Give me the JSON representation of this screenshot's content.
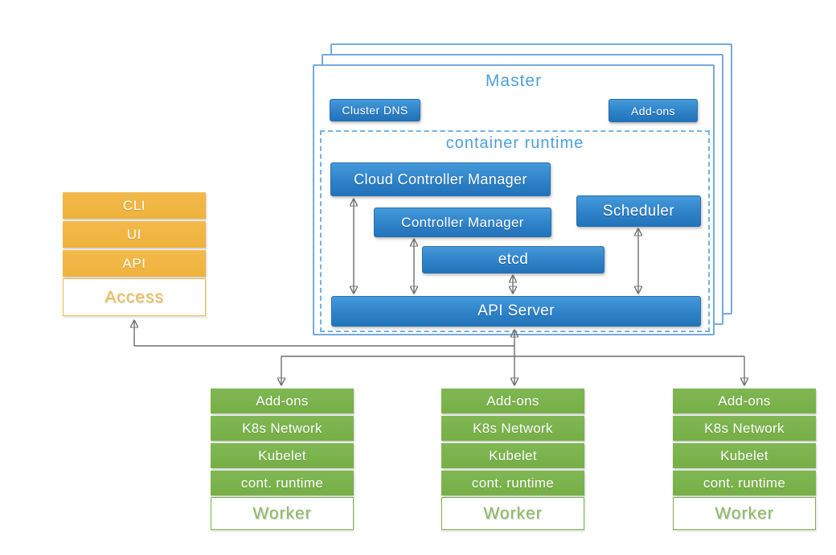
{
  "colors": {
    "component_blue": "#2E82C8",
    "panel_border_blue": "#74AADB",
    "title_light_blue": "#4E9FD8",
    "worker_green": "#76AF45",
    "access_orange": "#EFB23C",
    "arrow_gray": "#6F6F6F"
  },
  "master": {
    "title": "Master",
    "cluster_dns_label": "Cluster DNS",
    "addons_label": "Add-ons",
    "container_runtime": {
      "title": "container runtime",
      "cloud_controller_manager": "Cloud Controller Manager",
      "controller_manager": "Controller Manager",
      "scheduler": "Scheduler",
      "etcd": "etcd",
      "api_server": "API Server"
    }
  },
  "access_stack": {
    "items": [
      "CLI",
      "UI",
      "API"
    ],
    "base_label": "Access"
  },
  "workers": [
    {
      "rows": [
        "Add-ons",
        "K8s Network",
        "Kubelet",
        "cont. runtime"
      ],
      "base_label": "Worker"
    },
    {
      "rows": [
        "Add-ons",
        "K8s Network",
        "Kubelet",
        "cont. runtime"
      ],
      "base_label": "Worker"
    },
    {
      "rows": [
        "Add-ons",
        "K8s Network",
        "Kubelet",
        "cont. runtime"
      ],
      "base_label": "Worker"
    }
  ]
}
